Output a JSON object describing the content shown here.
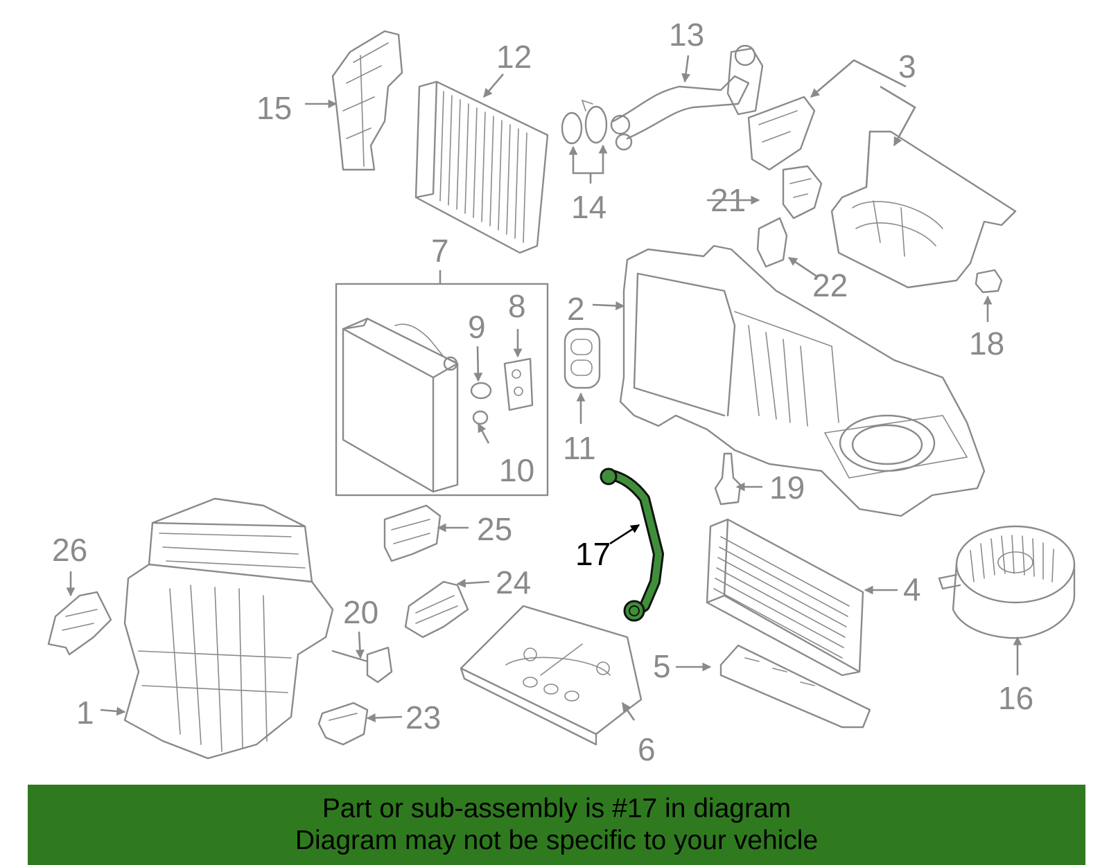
{
  "diagram": {
    "highlighted_part": "17",
    "colors": {
      "parts": "#8a8a8a",
      "leaders": "#8a8a8a",
      "callouts": "#8a8a8a",
      "highlight_fill": "#3f8f3a",
      "highlight_stroke": "#111111",
      "highlight_callout": "#000000",
      "inset_box": "#8a8a8a"
    },
    "callouts": [
      {
        "id": "1",
        "label": "1"
      },
      {
        "id": "2",
        "label": "2"
      },
      {
        "id": "3",
        "label": "3"
      },
      {
        "id": "4",
        "label": "4"
      },
      {
        "id": "5",
        "label": "5"
      },
      {
        "id": "6",
        "label": "6"
      },
      {
        "id": "7",
        "label": "7"
      },
      {
        "id": "8",
        "label": "8"
      },
      {
        "id": "9",
        "label": "9"
      },
      {
        "id": "10",
        "label": "10"
      },
      {
        "id": "11",
        "label": "11"
      },
      {
        "id": "12",
        "label": "12"
      },
      {
        "id": "13",
        "label": "13"
      },
      {
        "id": "14",
        "label": "14"
      },
      {
        "id": "15",
        "label": "15"
      },
      {
        "id": "16",
        "label": "16"
      },
      {
        "id": "17",
        "label": "17"
      },
      {
        "id": "18",
        "label": "18"
      },
      {
        "id": "19",
        "label": "19"
      },
      {
        "id": "20",
        "label": "20"
      },
      {
        "id": "21",
        "label": "21"
      },
      {
        "id": "22",
        "label": "22"
      },
      {
        "id": "23",
        "label": "23"
      },
      {
        "id": "24",
        "label": "24"
      },
      {
        "id": "25",
        "label": "25"
      },
      {
        "id": "26",
        "label": "26"
      }
    ]
  },
  "footer": {
    "line1": "Part or sub-assembly is #17 in diagram",
    "line2": "Diagram may not be specific to your vehicle",
    "background": "#2f7a1f"
  }
}
